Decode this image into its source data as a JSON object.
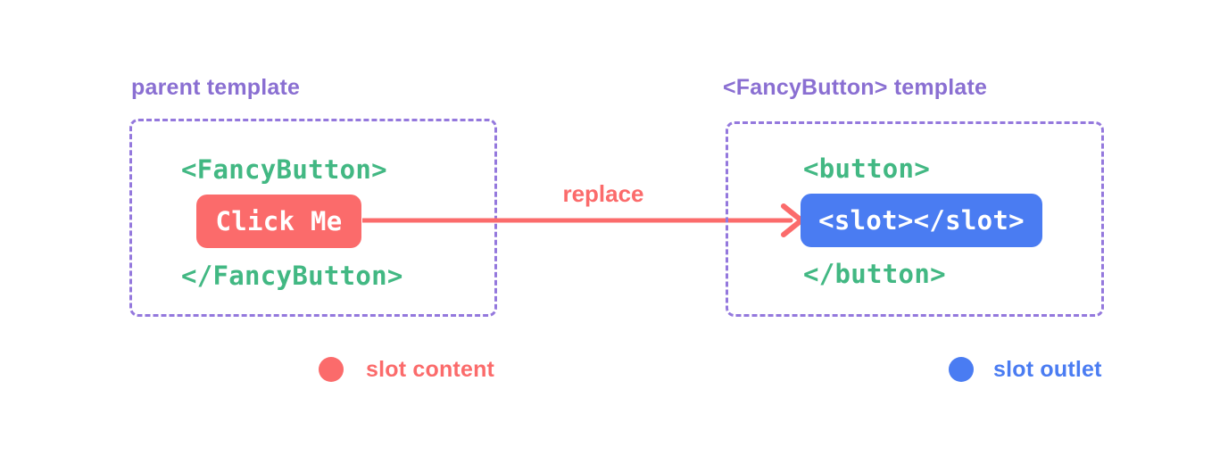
{
  "diagram": {
    "parent": {
      "label": "parent template",
      "open_tag": "<FancyButton>",
      "button_text": "Click Me",
      "close_tag": "</FancyButton>"
    },
    "arrow": {
      "label": "replace"
    },
    "fancy_button": {
      "label": "<FancyButton> template",
      "open_tag": "<button>",
      "slot_text": "<slot></slot>",
      "close_tag": "</button>"
    },
    "legend": {
      "slot_content": "slot content",
      "slot_outlet": "slot outlet"
    },
    "colors": {
      "purple": "#8A6FD2",
      "purple_border": "#9478DD",
      "green": "#42B883",
      "coral": "#FB6B6B",
      "blue": "#4A7CF2",
      "background": "#FFFFFF"
    }
  }
}
